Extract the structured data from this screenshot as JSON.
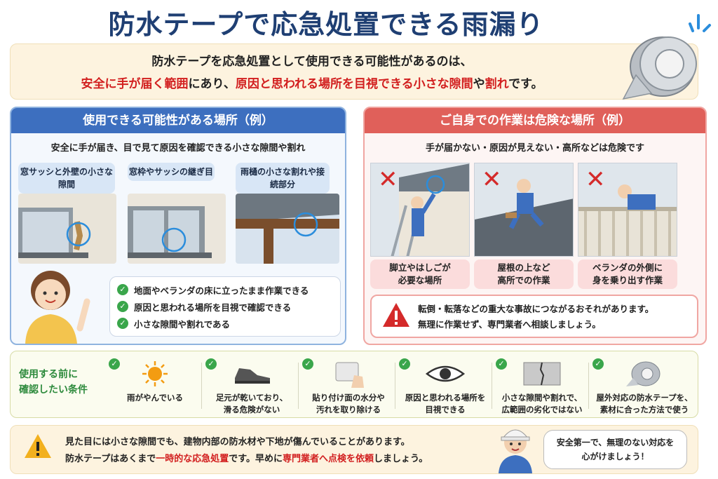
{
  "title": "防水テープで応急処置できる雨漏り",
  "intro": {
    "line1": "防水テープを応急処置として使用できる可能性があるのは、",
    "line2_a": "安全に手が届く範囲",
    "line2_b": "にあり、",
    "line2_c": "原因と思われる場所を目視できる小さな隙間",
    "line2_d": "や",
    "line2_e": "割れ",
    "line2_f": "です。"
  },
  "usable": {
    "header": "使用できる可能性がある場所（例）",
    "subtitle": "安全に手が届き、目で見て原因を確認できる小さな隙間や割れ",
    "examples": [
      {
        "label": "窓サッシと外壁の小さな隙間"
      },
      {
        "label": "窓枠やサッシの継ぎ目"
      },
      {
        "label": "雨樋の小さな割れや接続部分"
      }
    ],
    "checks": [
      "地面やベランダの床に立ったまま作業できる",
      "原因と思われる場所を目視で確認できる",
      "小さな隙間や割れである"
    ]
  },
  "danger": {
    "header": "ご自身での作業は危険な場所（例）",
    "subtitle": "手が届かない・原因が見えない・高所などは危険です",
    "examples": [
      {
        "label1": "脚立やはしごが",
        "label2": "必要な場所"
      },
      {
        "label1": "屋根の上など",
        "label2": "高所での作業"
      },
      {
        "label1": "ベランダの外側に",
        "label2": "身を乗り出す作業"
      }
    ],
    "warning1": "転倒・転落などの重大な事故につながるおそれがあります。",
    "warning2": "無理に作業せず、専門業者へ相談しましょう。"
  },
  "conditions": {
    "title1": "使用する前に",
    "title2": "確認したい条件",
    "items": [
      {
        "t1": "雨がやんでいる",
        "t2": ""
      },
      {
        "t1": "足元が乾いており、",
        "t2": "滑る危険がない"
      },
      {
        "t1": "貼り付け面の水分や",
        "t2": "汚れを取り除ける"
      },
      {
        "t1": "原因と思われる場所を",
        "t2": "目視できる"
      },
      {
        "t1": "小さな隙間や割れで、",
        "t2": "広範囲の劣化ではない"
      },
      {
        "t1": "屋外対応の防水テープを、",
        "t2": "素材に合った方法で使う"
      }
    ]
  },
  "bottom": {
    "line1": "見た目には小さな隙間でも、建物内部の防水材や下地が傷んでいることがあります。",
    "line2_a": "防水テープはあくまで",
    "line2_b": "一時的な応急処置",
    "line2_c": "です。早めに",
    "line2_d": "専門業者へ点検を依頼",
    "line2_e": "しましょう。",
    "bubble1": "安全第一で、無理のない対応を",
    "bubble2": "心がけましょう！"
  },
  "icons": {
    "check": "check-icon",
    "cross": "cross-icon",
    "warning": "warning-icon"
  }
}
